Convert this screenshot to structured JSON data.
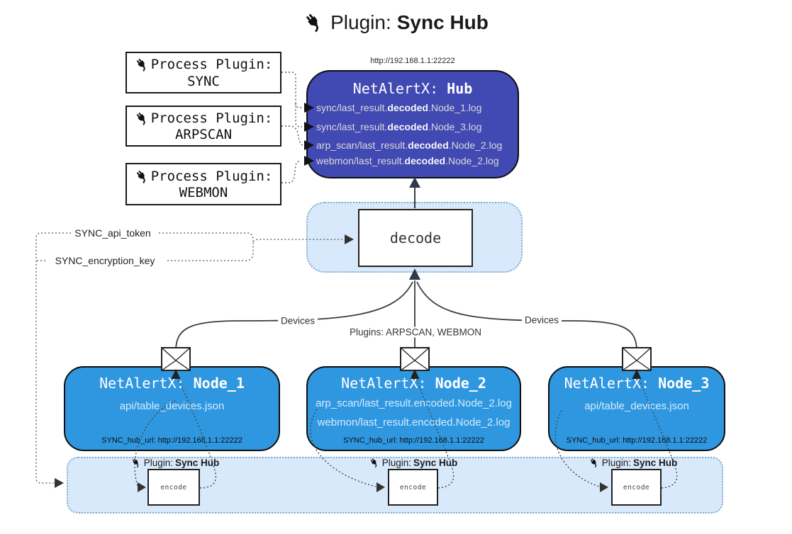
{
  "title": {
    "prefix": "Plugin:",
    "bold": "Sync Hub"
  },
  "hub": {
    "url": "http://192.168.1.1:22222",
    "name_prefix": "NetAlertX:",
    "name_bold": "Hub",
    "lines": [
      {
        "pre": "sync/last_result.",
        "bold": "decoded",
        "post": ".Node_1.log"
      },
      {
        "pre": "sync/last_result.",
        "bold": "decoded",
        "post": ".Node_3.log"
      },
      {
        "pre": "arp_scan/last_result.",
        "bold": "decoded",
        "post": ".Node_2.log"
      },
      {
        "pre": "webmon/last_result.",
        "bold": "decoded",
        "post": ".Node_2.log"
      }
    ]
  },
  "process_plugins": [
    {
      "label": "Process Plugin:",
      "name": "SYNC"
    },
    {
      "label": "Process Plugin:",
      "name": "ARPSCAN"
    },
    {
      "label": "Process Plugin:",
      "name": "WEBMON"
    }
  ],
  "decode": {
    "label": "decode"
  },
  "tokens": {
    "api_token": "SYNC_api_token",
    "encryption_key": "SYNC_encryption_key"
  },
  "edges": {
    "devices_left": "Devices",
    "devices_right": "Devices",
    "plugins_mid": "Plugins: ARPSCAN, WEBMON"
  },
  "nodes": [
    {
      "name_prefix": "NetAlertX:",
      "name_bold": "Node_1",
      "files": [
        "api/table_devices.json"
      ],
      "hub_url": "SYNC_hub_url: http://192.168.1.1:22222"
    },
    {
      "name_prefix": "NetAlertX:",
      "name_bold": "Node_2",
      "files": [
        "arp_scan/last_result.encoded.Node_2.log",
        "webmon/last_result.encoded.Node_2.log"
      ],
      "hub_url": "SYNC_hub_url: http://192.168.1.1:22222"
    },
    {
      "name_prefix": "NetAlertX:",
      "name_bold": "Node_3",
      "files": [
        "api/table_devices.json"
      ],
      "hub_url": "SYNC_hub_url: http://192.168.1.1:22222"
    }
  ],
  "encoders": [
    {
      "plugin_prefix": "Plugin:",
      "plugin_bold": "Sync Hub",
      "label": "encode"
    },
    {
      "plugin_prefix": "Plugin:",
      "plugin_bold": "Sync Hub",
      "label": "encode"
    },
    {
      "plugin_prefix": "Plugin:",
      "plugin_bold": "Sync Hub",
      "label": "encode"
    }
  ],
  "colors": {
    "hub_fill": "#4149b3",
    "node_fill": "#2f97e0",
    "band_fill": "#d7e9fa",
    "band_border": "#84accf",
    "line_solid": "#3d3d3d",
    "line_dotted": "#555555"
  }
}
